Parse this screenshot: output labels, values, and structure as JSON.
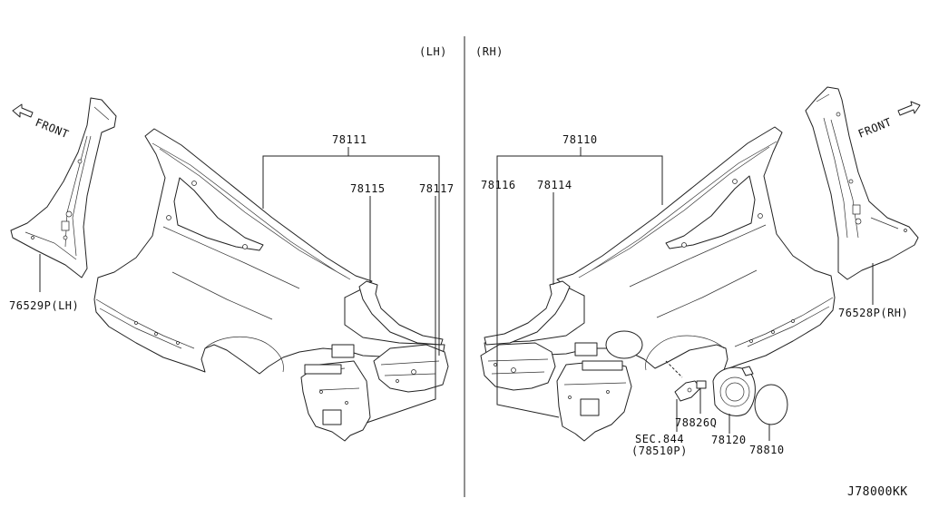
{
  "header": {
    "left_side": "(LH)",
    "right_side": "(RH)"
  },
  "front_labels": {
    "left": "FRONT",
    "right": "FRONT"
  },
  "parts": {
    "p78111": "78111",
    "p78115": "78115",
    "p78117": "78117",
    "p78110": "78110",
    "p78116": "78116",
    "p78114": "78114",
    "p76529": "76529P(LH)",
    "p76528": "76528P(RH)",
    "sec": "SEC.844",
    "sec_sub": "(78510P)",
    "p78826": "78826Q",
    "p78120": "78120",
    "p78810": "78810"
  },
  "diagram_code": "J78000KK"
}
